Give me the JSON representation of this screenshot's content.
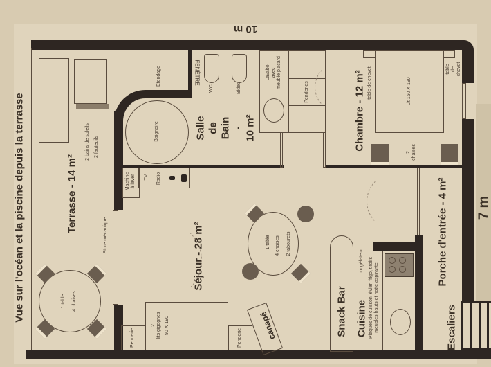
{
  "dimensions": {
    "width_label": "10 m",
    "height_label": "7 m"
  },
  "caption": "Vue sur l'océan et la piscine depuis la terrasse",
  "rooms": {
    "terrasse": {
      "title": "Terrasse - 14 m²",
      "sunbeds": "2 bains de soleils",
      "armchairs": "2 fauteuils",
      "table": "1 table",
      "chairs": "4 chaises",
      "blind": "Store mécanique"
    },
    "etendage": "Etendage",
    "salle_de_bain": {
      "title_1": "Salle",
      "title_2": "de",
      "title_3": "Bain",
      "title_4": "-",
      "title_5": "10 m²",
      "window": "FENÊTRE",
      "wc": "WC",
      "bidet": "Bidet",
      "bathtub": "Baignoire",
      "sink_1": "Lavabo",
      "sink_2": "avec",
      "sink_3": "meuble placard"
    },
    "penderies": "Penderies",
    "chambre": {
      "title": "Chambre - 12 m²",
      "nightstand_1": "table de chevet",
      "nightstand_2_a": "table",
      "nightstand_2_b": "de",
      "nightstand_2_c": "chevet",
      "bed": "Lit 150 X 190",
      "chairs_count": "2",
      "chairs": "chaises"
    },
    "sejour": {
      "title": "Séjour - 28 m²",
      "washer_1": "Machine",
      "washer_2": "à laver",
      "tv": "TV",
      "radio": "Radio",
      "table": "1 table",
      "chairs": "4 chaises",
      "stools": "2 tabourets",
      "beds_count": "2",
      "beds": "lits gigognes",
      "beds_size": "90 X 190",
      "wardrobe_left": "Penderie",
      "wardrobe_right": "Penderie",
      "sofa": "canapé"
    },
    "snack_bar": "Snack Bar",
    "cuisine": {
      "title": "Cuisine",
      "freezer": "congélateur",
      "desc_1": "Plaques de cuisson, évier, frigo, tiroirs",
      "desc_2": "meubles hauts et hotte aspirante"
    },
    "porche": "Porche d'entrée - 4 m²",
    "escaliers": "Escaliers"
  }
}
